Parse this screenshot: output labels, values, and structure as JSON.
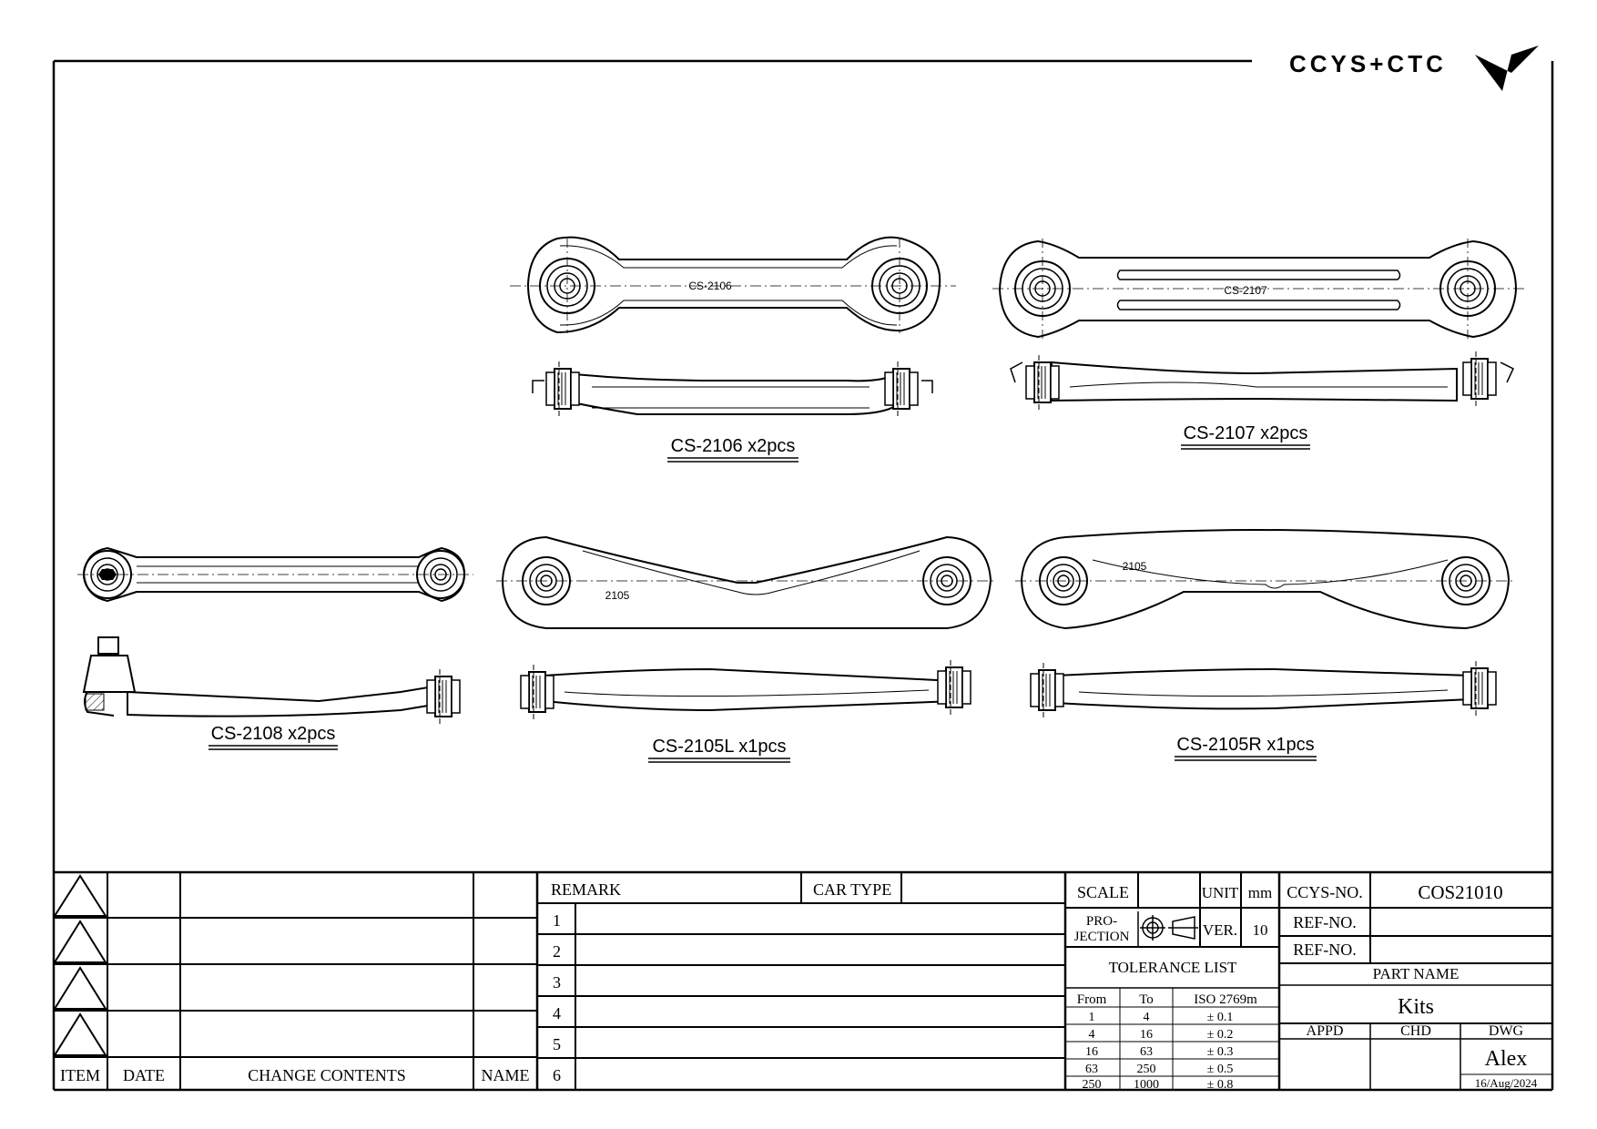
{
  "brand": {
    "logo_text": "CCYS+CTC"
  },
  "parts": [
    {
      "label": "CS-2106 x2pcs",
      "mark": "CS-2106"
    },
    {
      "label": "CS-2107 x2pcs",
      "mark": "CS-2107"
    },
    {
      "label": "CS-2108 x2pcs",
      "mark": ""
    },
    {
      "label": "CS-2105L x1pcs",
      "mark": "2105"
    },
    {
      "label": "CS-2105R x1pcs",
      "mark": "2105"
    }
  ],
  "revision_table": {
    "headers": {
      "item": "ITEM",
      "date": "DATE",
      "change": "CHANGE CONTENTS",
      "name": "NAME"
    }
  },
  "remark_table": {
    "remark_label": "REMARK",
    "car_type_label": "CAR TYPE",
    "rows": [
      "1",
      "2",
      "3",
      "4",
      "5",
      "6"
    ]
  },
  "title_block": {
    "scale_label": "SCALE",
    "unit_label": "UNIT",
    "unit_value": "mm",
    "projection_label_1": "PRO-",
    "projection_label_2": "JECTION",
    "ver_label": "VER.",
    "ver_value": "10",
    "ccys_no_label": "CCYS-NO.",
    "ccys_no_value": "COS21010",
    "ref_no_label": "REF-NO.",
    "ref_no_label_2": "REF-NO.",
    "part_name_label": "PART NAME",
    "part_name_value": "Kits",
    "appd_label": "APPD",
    "chd_label": "CHD",
    "dwg_label": "DWG",
    "dwg_value": "Alex",
    "date_value": "16/Aug/2024"
  },
  "tolerance": {
    "title": "TOLERANCE LIST",
    "col_from": "From",
    "col_to": "To",
    "col_iso": "ISO 2769m",
    "rows": [
      {
        "from": "1",
        "to": "4",
        "tol": "± 0.1"
      },
      {
        "from": "4",
        "to": "16",
        "tol": "± 0.2"
      },
      {
        "from": "16",
        "to": "63",
        "tol": "± 0.3"
      },
      {
        "from": "63",
        "to": "250",
        "tol": "± 0.5"
      },
      {
        "from": "250",
        "to": "1000",
        "tol": "± 0.8"
      }
    ]
  }
}
